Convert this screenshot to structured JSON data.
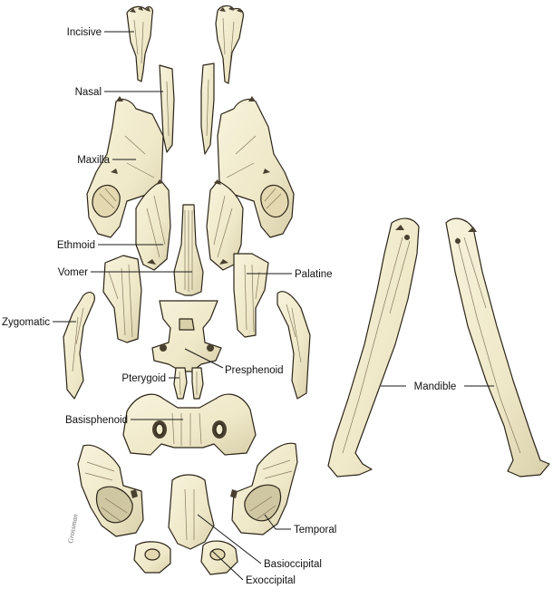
{
  "colors": {
    "bone_fill": "#f2ecce",
    "bone_shadow": "#cfc6a2",
    "outline": "#2b2418",
    "label": "#111111"
  },
  "labels": {
    "incisive": "Incisive",
    "nasal": "Nasal",
    "maxilla": "Maxilla",
    "ethmoid": "Ethmoid",
    "vomer": "Vomer",
    "palatine": "Palatine",
    "zygomatic": "Zygomatic",
    "presphenoid": "Presphenoid",
    "pterygoid": "Pterygoid",
    "basisphenoid": "Basisphenoid",
    "temporal": "Temporal",
    "basioccipital": "Basioccipital",
    "exoccipital": "Exoccipital",
    "mandible": "Mandible"
  },
  "signature": "Grossman"
}
